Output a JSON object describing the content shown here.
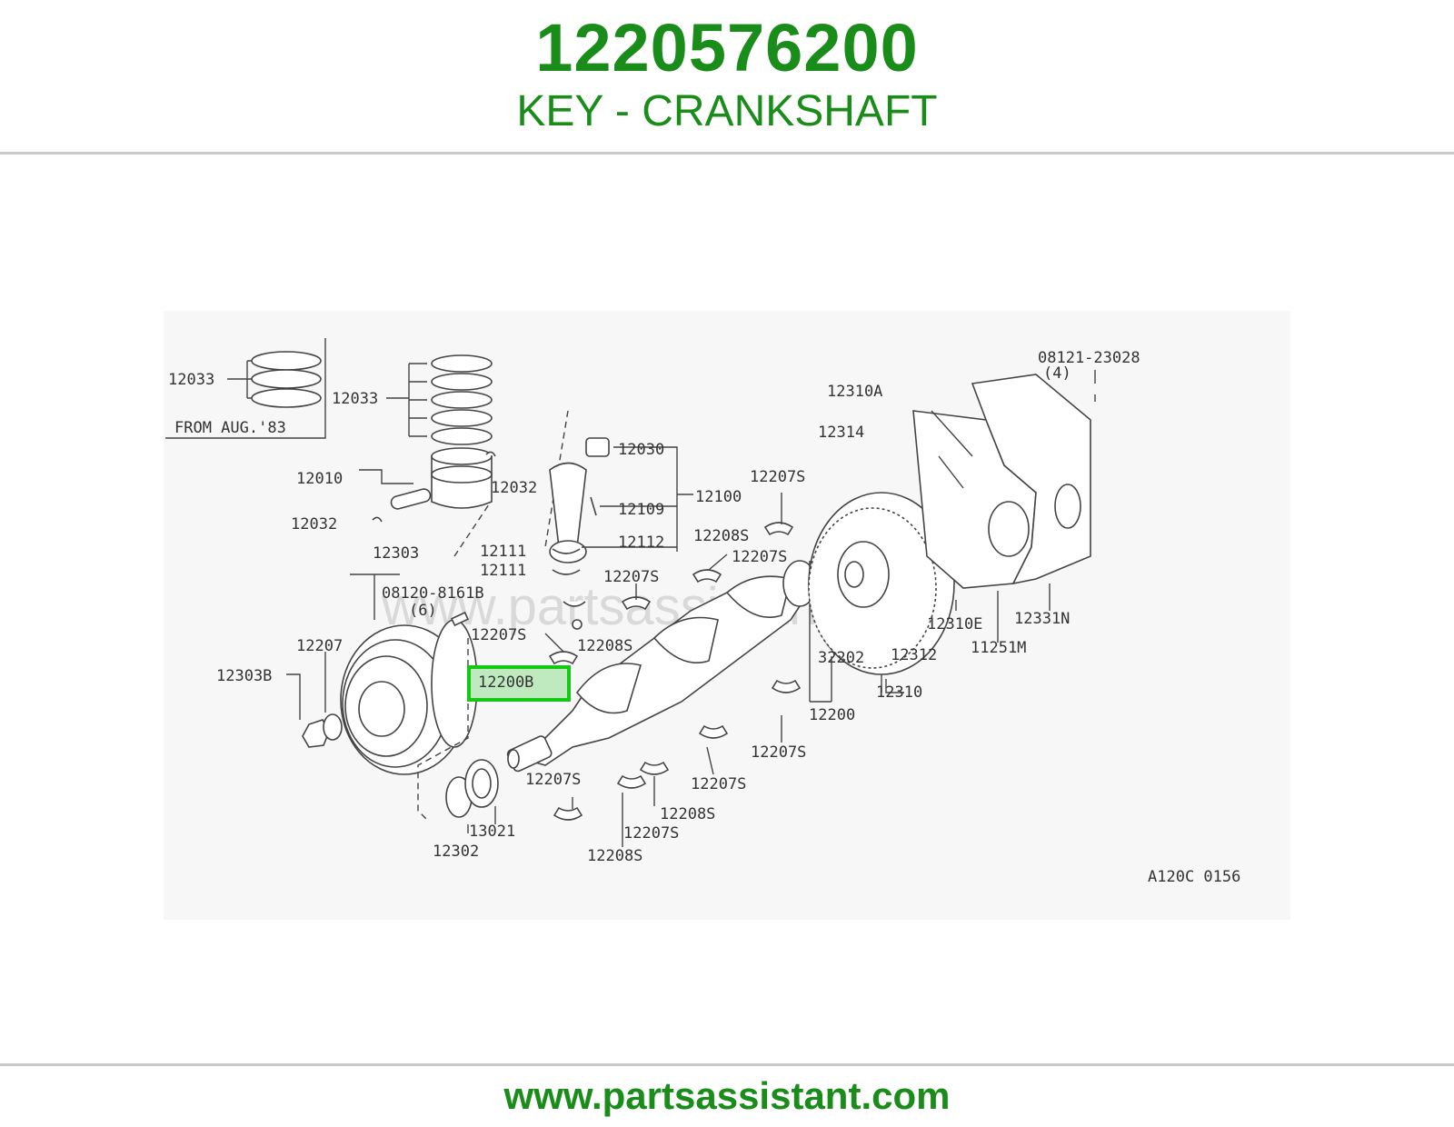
{
  "header": {
    "part_number": "1220576200",
    "part_name": "KEY - CRANKSHAFT"
  },
  "diagram": {
    "watermark": "www.partsassistant.com",
    "code": "A120C 0156",
    "note_from": "FROM AUG.'83",
    "highlighted": "12200B",
    "labels": {
      "l12033a": "12033",
      "l12033b": "12033",
      "l12010": "12010",
      "l12032a": "12032",
      "l12032b": "12032",
      "l12030": "12030",
      "l12109": "12109",
      "l12100": "12100",
      "l12111a": "12111",
      "l12111b": "12111",
      "l12112": "12112",
      "l12303": "12303",
      "lbolt1": "08120-8161B",
      "lbolt1q": "(6)",
      "l12207": "12207",
      "l12303b": "12303B",
      "l12207s1": "12207S",
      "l12207s2": "12207S",
      "l12207s3": "12207S",
      "l12207s4": "12207S",
      "l12207s5": "12207S",
      "l12207s6": "12207S",
      "l12207s7": "12207S",
      "l12207s8": "12207S",
      "l12208s1": "12208S",
      "l12208s2": "12208S",
      "l12208s3": "12208S",
      "l12208s4": "12208S",
      "l12310a": "12310A",
      "l12314": "12314",
      "lbolt2": "08121-23028",
      "lbolt2q": "(4)",
      "l12310e": "12310E",
      "l12331n": "12331N",
      "l11251m": "11251M",
      "l32202": "32202",
      "l12312": "12312",
      "l12310": "12310",
      "l12200": "12200",
      "l12302": "12302",
      "l13021": "13021"
    }
  },
  "footer": {
    "url": "www.partsassistant.com"
  },
  "colors": {
    "brand_green": "#1a8c1a",
    "highlight_border": "#14c914",
    "highlight_fill": "#bfe9bf"
  }
}
